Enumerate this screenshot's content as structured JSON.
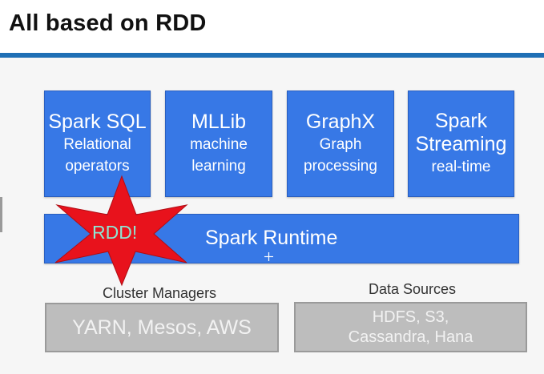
{
  "slide": {
    "title": "All based on RDD",
    "colors": {
      "accent_rule": "#1f6fb5",
      "component_blue": "#3778e6",
      "star_red": "#e8121c",
      "rdd_text": "#8de7d4",
      "gray_box": "#bdbdbd"
    }
  },
  "components": [
    {
      "name": "Spark SQL",
      "lines": [
        "Relational",
        "operators"
      ]
    },
    {
      "name": "MLLib",
      "lines": [
        "machine",
        "learning"
      ]
    },
    {
      "name": "GraphX",
      "lines": [
        "Graph",
        "processing"
      ]
    },
    {
      "name": "Spark",
      "name2": "Streaming",
      "lines": [
        "real-time"
      ]
    }
  ],
  "runtime": {
    "label": "Spark Runtime",
    "badge": "RDD!"
  },
  "cluster_managers": {
    "heading": "Cluster Managers",
    "content": "YARN, Mesos, AWS"
  },
  "data_sources": {
    "heading": "Data Sources",
    "line1": "HDFS, S3,",
    "line2": "Cassandra, Hana"
  },
  "cursor_icon": "crosshair-icon"
}
